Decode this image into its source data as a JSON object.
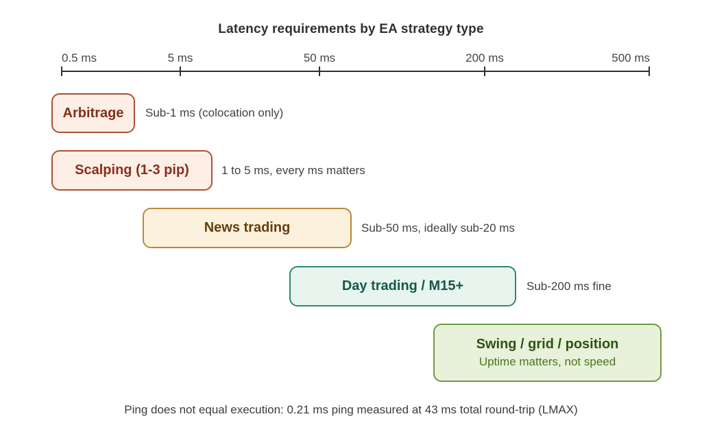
{
  "title": "Latency requirements by EA strategy type",
  "axis": {
    "unit": "ms",
    "ticks": [
      {
        "label": "0.5 ms"
      },
      {
        "label": "5 ms"
      },
      {
        "label": "50 ms"
      },
      {
        "label": "200 ms"
      },
      {
        "label": "500 ms"
      }
    ]
  },
  "bars": [
    {
      "label": "Arbitrage",
      "annotation": "Sub-1 ms (colocation only)",
      "fill": "#fdeee6",
      "border": "#a85138",
      "text_color": "#853019"
    },
    {
      "label": "Scalping (1-3 pip)",
      "annotation": "1 to 5 ms, every ms matters",
      "fill": "#fdeee6",
      "border": "#a85138",
      "text_color": "#853019"
    },
    {
      "label": "News trading",
      "annotation": "Sub-50 ms, ideally sub-20 ms",
      "fill": "#fbf1dd",
      "border": "#bc873b",
      "text_color": "#653f0e"
    },
    {
      "label": "Day trading / M15+",
      "annotation": "Sub-200 ms fine",
      "fill": "#e8f5ee",
      "border": "#2f8a6c",
      "text_color": "#13594a"
    },
    {
      "label": "Swing / grid / position",
      "sublabel": "Uptime matters, not speed",
      "fill": "#e8f1da",
      "border": "#6d9b43",
      "text_color": "#2d5314",
      "sublabel_color": "#49761f"
    }
  ],
  "footer": "Ping does not equal execution: 0.21 ms ping measured at 43 ms total round-trip (LMAX)",
  "chart_data": {
    "type": "bar",
    "orientation": "horizontal",
    "title": "Latency requirements by EA strategy type",
    "xlabel": "",
    "ylabel": "",
    "x_axis": {
      "unit": "ms",
      "scale": "log-like",
      "tick_labels": [
        "0.5 ms",
        "5 ms",
        "50 ms",
        "200 ms",
        "500 ms"
      ],
      "tick_values_ms": [
        0.5,
        5,
        50,
        200,
        500
      ]
    },
    "grid": false,
    "legend": false,
    "series": [
      {
        "name": "Arbitrage",
        "latency_range_ms": [
          0.5,
          1
        ],
        "annotation": "Sub-1 ms (colocation only)"
      },
      {
        "name": "Scalping (1-3 pip)",
        "latency_range_ms": [
          1,
          5
        ],
        "annotation": "1 to 5 ms, every ms matters"
      },
      {
        "name": "News trading",
        "latency_range_ms": [
          5,
          50
        ],
        "annotation": "Sub-50 ms, ideally sub-20 ms"
      },
      {
        "name": "Day trading / M15+",
        "latency_range_ms": [
          50,
          200
        ],
        "annotation": "Sub-200 ms fine"
      },
      {
        "name": "Swing / grid / position",
        "latency_range_ms": [
          200,
          500
        ],
        "annotation": "Uptime matters, not speed"
      }
    ],
    "footnote": "Ping does not equal execution: 0.21 ms ping measured at 43 ms total round-trip (LMAX)"
  }
}
